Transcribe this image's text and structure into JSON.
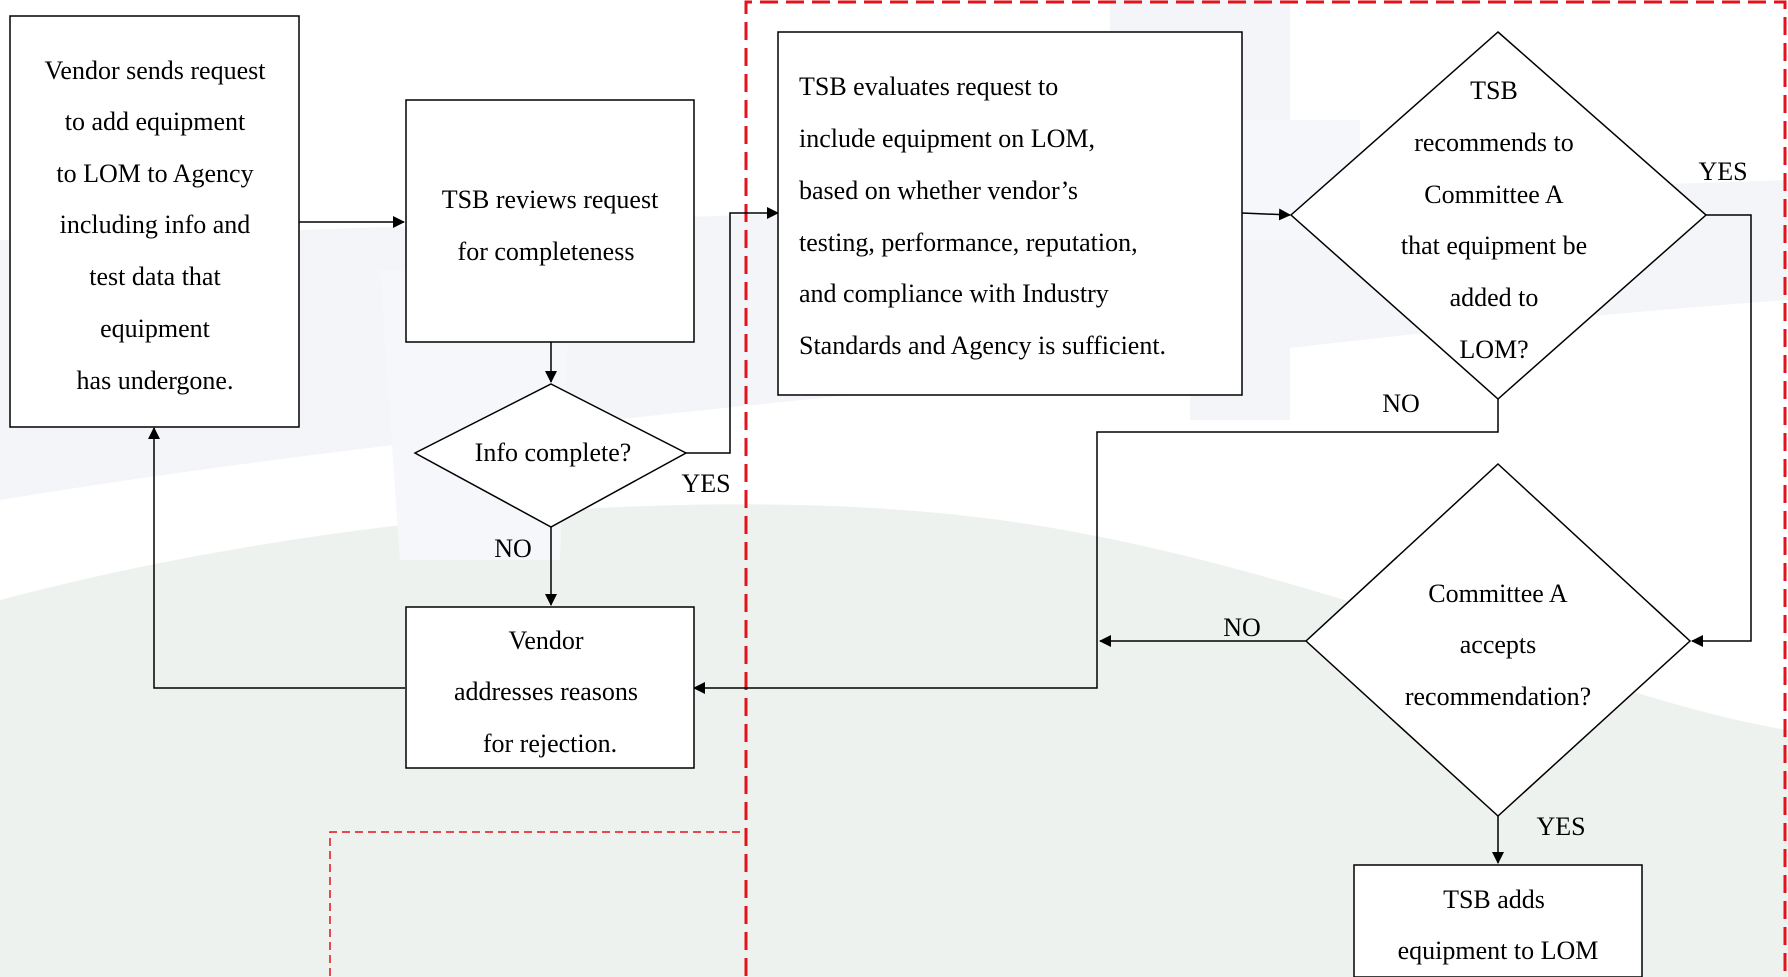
{
  "colors": {
    "background": "#ffffff",
    "watermark_light": "#f1f3f6",
    "watermark_green": "#eef2ef",
    "line": "#000000",
    "boundary": "#e3131b"
  },
  "nodes": {
    "vendor_request": {
      "lines": [
        "Vendor sends request",
        "to add equipment",
        "to LOM to Agency",
        "including info and",
        "test data that",
        "equipment",
        "has undergone."
      ]
    },
    "tsb_review": {
      "lines": [
        "TSB reviews request",
        "for completeness"
      ]
    },
    "info_complete": {
      "lines": [
        "Info complete?"
      ]
    },
    "vendor_addresses": {
      "lines": [
        "Vendor",
        "addresses reasons",
        "for rejection."
      ]
    },
    "tsb_evaluates": {
      "lines": [
        "TSB evaluates request to",
        "include equipment on LOM,",
        "based on whether vendor’s",
        "testing, performance, reputation,",
        "and compliance with Industry",
        "Standards and Agency is sufficient."
      ]
    },
    "tsb_recommends": {
      "lines": [
        "TSB",
        "recommends to",
        "Committee A",
        "that equipment be",
        "added to",
        "LOM?"
      ]
    },
    "committee_accepts": {
      "lines": [
        "Committee A",
        "accepts",
        "recommendation?"
      ]
    },
    "tsb_adds": {
      "lines": [
        "TSB adds",
        "equipment to LOM"
      ]
    }
  },
  "edge_labels": {
    "info_yes": "YES",
    "info_no": "NO",
    "recommend_yes": "YES",
    "recommend_no": "NO",
    "committee_no": "NO",
    "committee_yes": "YES"
  }
}
